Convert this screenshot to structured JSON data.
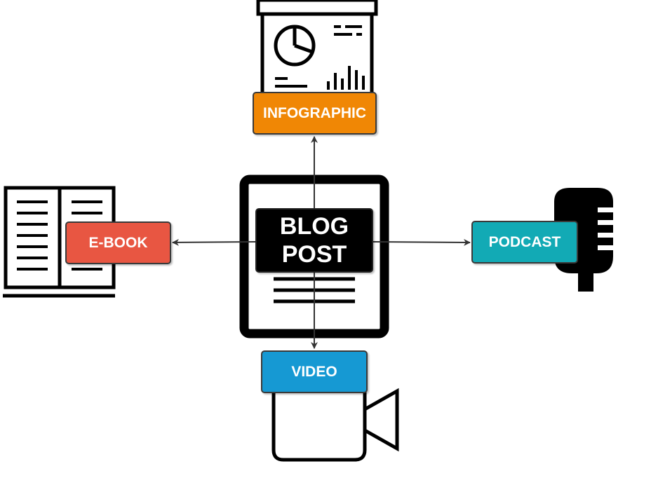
{
  "diagram": {
    "center": {
      "line1": "BLOG",
      "line2": "POST",
      "color": "#000000"
    },
    "nodes": {
      "top": {
        "label": "INFOGRAPHIC",
        "color": "#F08705",
        "icon": "infographic-board-icon"
      },
      "left": {
        "label": "E-BOOK",
        "color": "#E85642",
        "icon": "open-book-icon"
      },
      "right": {
        "label": "PODCAST",
        "color": "#12AAB5",
        "icon": "microphone-icon"
      },
      "bottom": {
        "label": "VIDEO",
        "color": "#1699D3",
        "icon": "video-camera-icon"
      }
    },
    "edges": [
      {
        "from": "center",
        "to": "top"
      },
      {
        "from": "center",
        "to": "left"
      },
      {
        "from": "center",
        "to": "right"
      },
      {
        "from": "center",
        "to": "bottom"
      }
    ],
    "edge_color": "#333333",
    "icon_color": "#000000"
  }
}
